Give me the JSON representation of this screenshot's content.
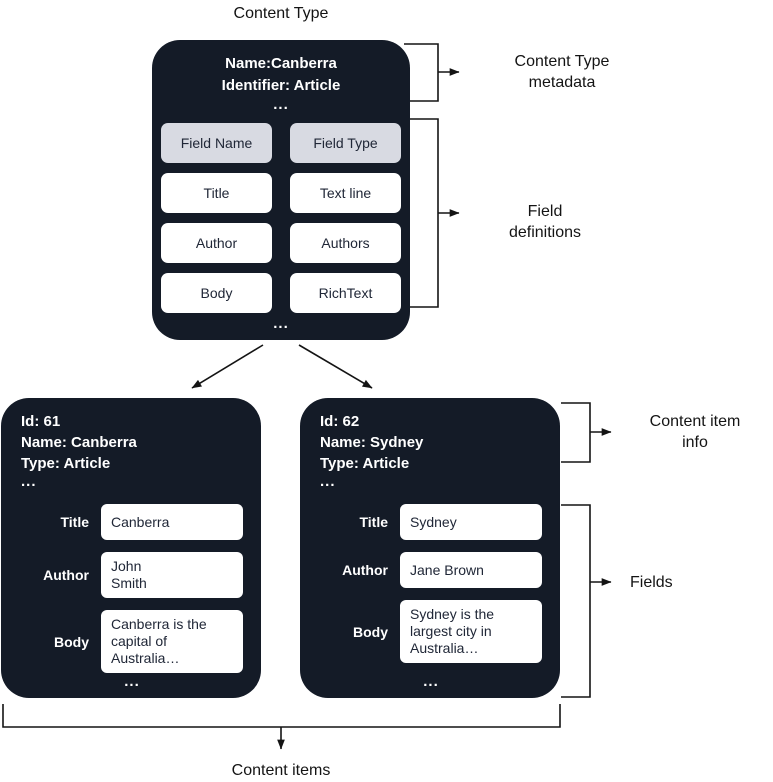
{
  "colors": {
    "box_bg": "#141b27",
    "cell_bg": "#ffffff",
    "header_cell_bg": "#d8dae2",
    "text_on_dark": "#ffffff",
    "text_on_light": "#202737",
    "line": "#141414"
  },
  "heading": "Content Type",
  "content_type_box": {
    "name_line": "Name:Canberra",
    "identifier_line": "Identifier: Article",
    "meta_ellipsis": "...",
    "table": {
      "header": [
        "Field Name",
        "Field Type"
      ],
      "rows": [
        [
          "Title",
          "Text line"
        ],
        [
          "Author",
          "Authors"
        ],
        [
          "Body",
          "RichText"
        ]
      ]
    },
    "footer_ellipsis": "..."
  },
  "callouts": {
    "metadata": "Content Type\nmetadata",
    "field_definitions": "Field\ndefinitions",
    "item_info": "Content item\ninfo",
    "fields": "Fields",
    "content_items": "Content items"
  },
  "items": [
    {
      "id": "Id: 61",
      "name": "Name: Canberra",
      "type": "Type: Article",
      "meta_ellipsis": "...",
      "fields": [
        {
          "label": "Title",
          "value": "Canberra"
        },
        {
          "label": "Author",
          "value": "John\nSmith"
        },
        {
          "label": "Body",
          "value": "Canberra is the\ncapital of\nAustralia…"
        }
      ],
      "footer_ellipsis": "..."
    },
    {
      "id": "Id: 62",
      "name": "Name: Sydney",
      "type": "Type: Article",
      "meta_ellipsis": "...",
      "fields": [
        {
          "label": "Title",
          "value": "Sydney"
        },
        {
          "label": "Author",
          "value": "Jane Brown"
        },
        {
          "label": "Body",
          "value": "Sydney is the\nlargest city in\nAustralia…"
        }
      ],
      "footer_ellipsis": "..."
    }
  ]
}
